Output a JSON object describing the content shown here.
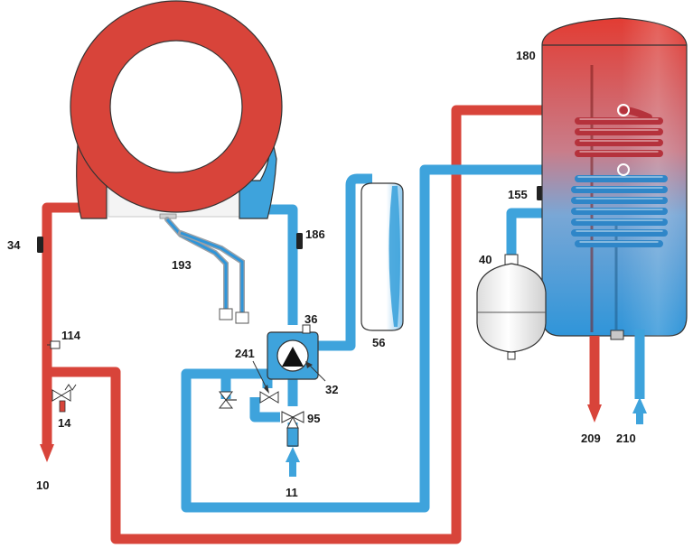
{
  "colors": {
    "hot": "#d8443a",
    "cold": "#3ea3dc",
    "outline": "#333333",
    "sensor": "#222222"
  },
  "labels": {
    "l10": "10",
    "l11": "11",
    "l14": "14",
    "l32": "32",
    "l34": "34",
    "l36": "36",
    "l40": "40",
    "l56": "56",
    "l95": "95",
    "l114": "114",
    "l155": "155",
    "l180": "180",
    "l186": "186",
    "l193": "193",
    "l209": "209",
    "l210": "210",
    "l241": "241"
  }
}
